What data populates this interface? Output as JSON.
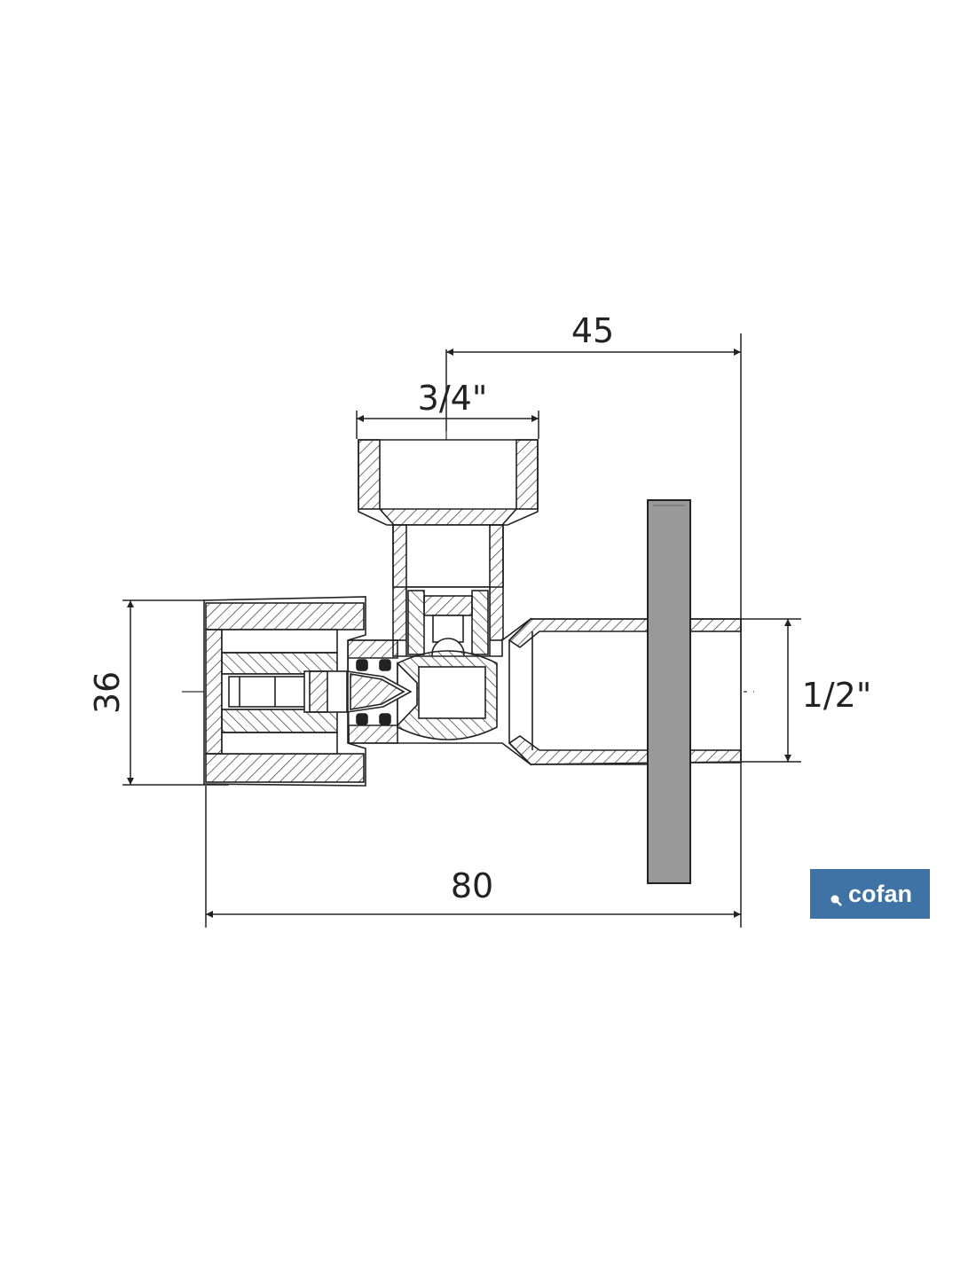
{
  "dimensions": {
    "overall_length": "80",
    "outlet_offset": "45",
    "height": "36",
    "top_thread": "3/4\"",
    "side_thread": "1/2\""
  },
  "brand": {
    "name": "cofan",
    "color": "#3f73a6"
  }
}
